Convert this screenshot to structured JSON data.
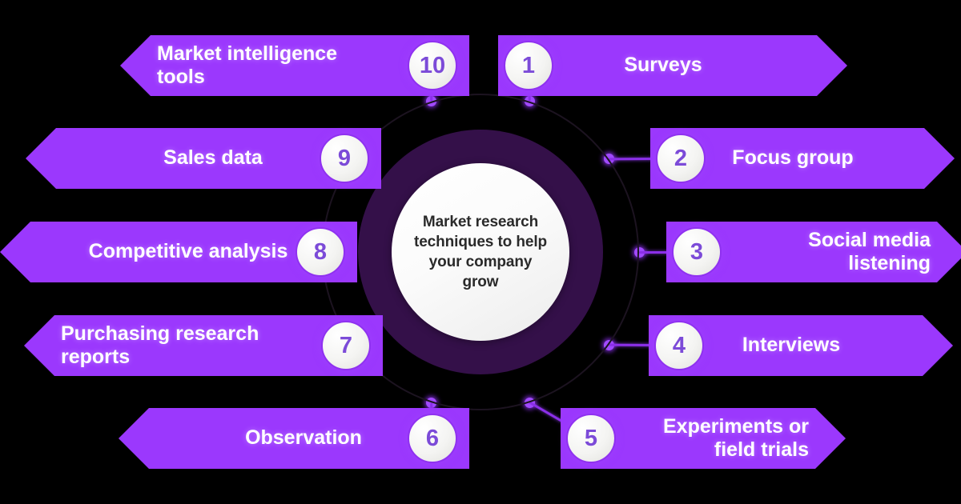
{
  "diagram": {
    "title": "Market research techniques to help your company grow",
    "center": {
      "text": "Market research\ntechniques to help\nyour company\ngrow"
    },
    "colors": {
      "background": "#000000",
      "banner": "#9b38fd",
      "ring": "#341049",
      "outer_ring": "#1c1320",
      "badge_fill": "#f4f4f2",
      "badge_border": "#8f31f0",
      "badge_number": "#7c4bd8",
      "connector": "#8b2fe8",
      "dot": "#a24bff",
      "label_text": "#ffffff",
      "center_text": "#2a2a2a"
    },
    "items": [
      {
        "number": "1",
        "label": "Surveys",
        "side": "right",
        "row": 1
      },
      {
        "number": "2",
        "label": "Focus group",
        "side": "right",
        "row": 2
      },
      {
        "number": "3",
        "label": "Social media\nlistening",
        "side": "right",
        "row": 3
      },
      {
        "number": "4",
        "label": "Interviews",
        "side": "right",
        "row": 4
      },
      {
        "number": "5",
        "label": "Experiments or\nfield trials",
        "side": "right",
        "row": 5
      },
      {
        "number": "6",
        "label": "Observation",
        "side": "left",
        "row": 5
      },
      {
        "number": "7",
        "label": "Purchasing research\nreports",
        "side": "left",
        "row": 4
      },
      {
        "number": "8",
        "label": "Competitive analysis",
        "side": "left",
        "row": 3
      },
      {
        "number": "9",
        "label": "Sales data",
        "side": "left",
        "row": 2
      },
      {
        "number": "10",
        "label": "Market intelligence\ntools",
        "side": "left",
        "row": 1
      }
    ]
  }
}
